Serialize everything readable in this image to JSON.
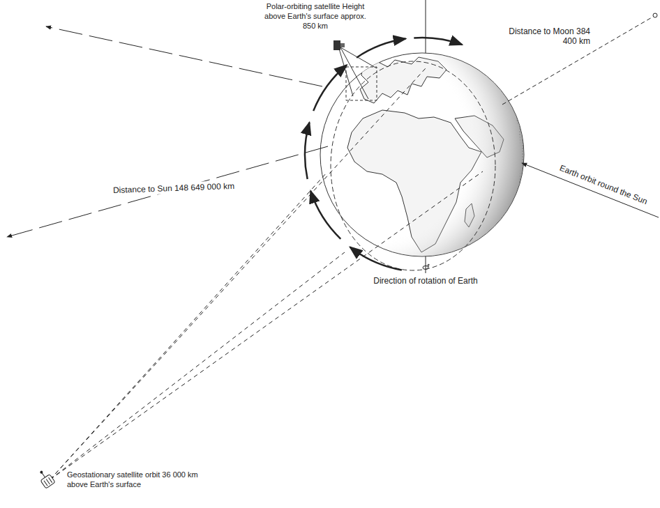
{
  "diagram": {
    "labels": [
      "Polar-orbiting satellite Height above Earth's surface approx. 850 km",
      "Distance to Moon 384 400 km",
      "Distance to Sun 148 649 000 km",
      "Earth orbit round the Sun",
      "Direction of rotation of Earth",
      "Geostationary satellite orbit 36 000 km above Earth's surface"
    ]
  }
}
